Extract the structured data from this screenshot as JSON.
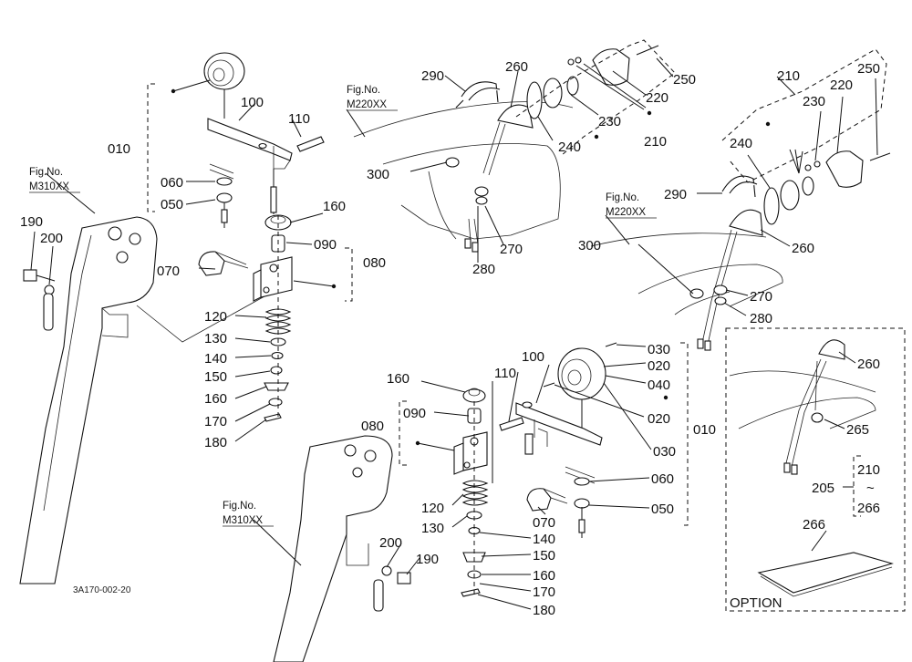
{
  "labels": {
    "l010a": "010",
    "l060a": "060",
    "l050a": "050",
    "l100a": "100",
    "l110a": "110",
    "l160a": "160",
    "l090a": "090",
    "l080a": "080",
    "l070a": "070",
    "l120a": "120",
    "l130a": "130",
    "l140a": "140",
    "l150a": "150",
    "l160b": "160",
    "l170a": "170",
    "l180a": "180",
    "l190a": "190",
    "l200a": "200",
    "l290a": "290",
    "l260a": "260",
    "l250a": "250",
    "l220a": "220",
    "l230a": "230",
    "l210a": "210",
    "l240a": "240",
    "l300a": "300",
    "l270a": "270",
    "l280a": "280",
    "l210b": "210",
    "l250b": "250",
    "l220b": "220",
    "l230b": "230",
    "l240b": "240",
    "l290b": "290",
    "l260b": "260",
    "l300b": "300",
    "l270b": "270",
    "l280b": "280",
    "l030a": "030",
    "l020a": "020",
    "l040a": "040",
    "l020b": "020",
    "l030b": "030",
    "l010b": "010",
    "l060b": "060",
    "l050b": "050",
    "l100b": "100",
    "l110b": "110",
    "l160c": "160",
    "l090b": "090",
    "l080b": "080",
    "l120b": "120",
    "l130b": "130",
    "l070b": "070",
    "l140b": "140",
    "l150b": "150",
    "l160d": "160",
    "l170b": "170",
    "l180b": "180",
    "l200b": "200",
    "l190b": "190",
    "l260c": "260",
    "l265": "265",
    "l205": "205",
    "l210c": "210",
    "l266a": "266",
    "l266b": "266",
    "tilde": "~"
  },
  "fig_refs": {
    "f1_line1": "Fig.No.",
    "f1_line2": "M310XX",
    "f2_line1": "Fig.No.",
    "f2_line2": "M220XX",
    "f3_line1": "Fig.No.",
    "f3_line2": "M220XX",
    "f4_line1": "Fig.No.",
    "f4_line2": "M310XX"
  },
  "option_label": "OPTION",
  "caption": "3A170-002-20"
}
